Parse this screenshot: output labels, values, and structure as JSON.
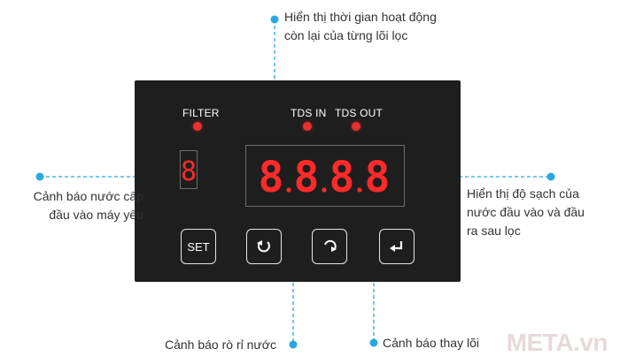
{
  "panel": {
    "filter_label": "FILTER",
    "tds_in_label": "TDS IN",
    "tds_out_label": "TDS OUT",
    "small_digit": "8",
    "main_digits": [
      "8",
      "8",
      "8",
      "8"
    ],
    "buttons": {
      "set_label": "SET",
      "undo_icon": "rotate-ccw-icon",
      "redo_icon": "rotate-cw-icon",
      "enter_icon": "enter-return-icon"
    }
  },
  "callouts": {
    "top": [
      "Hiển thị thời gian hoạt động",
      "còn lại của từng lõi lọc"
    ],
    "left": [
      "Cảnh báo nước cấp",
      "đầu vào máy yếu"
    ],
    "right": [
      "Hiển thị độ sạch của",
      "nước đầu vào và đầu",
      "ra sau lọc"
    ],
    "bottom_left": "Cảnh báo rò rỉ nước",
    "bottom_right": "Cảnh báo thay lõi"
  },
  "brand": "META.vn",
  "colors": {
    "panel_bg": "#1e1e1e",
    "led_red": "#e8312f",
    "leader_line": "#29a8e0",
    "brand": "#e7d9d9"
  }
}
